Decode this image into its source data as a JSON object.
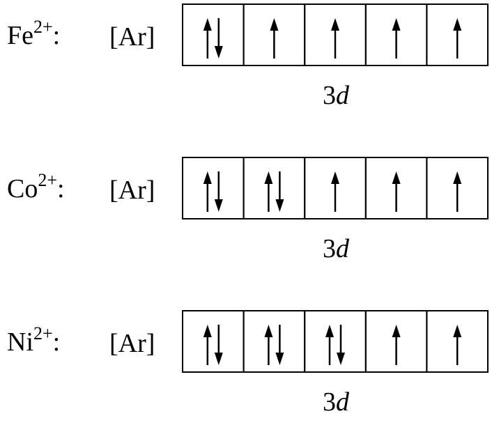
{
  "configs": [
    {
      "ion": "Fe",
      "charge": "2+",
      "separator": ":",
      "core": "[Ar]",
      "subshell_number": "3",
      "subshell_letter": "d",
      "orbitals": [
        2,
        1,
        1,
        1,
        1
      ]
    },
    {
      "ion": "Co",
      "charge": "2+",
      "separator": ":",
      "core": "[Ar]",
      "subshell_number": "3",
      "subshell_letter": "d",
      "orbitals": [
        2,
        2,
        1,
        1,
        1
      ]
    },
    {
      "ion": "Ni",
      "charge": "2+",
      "separator": ":",
      "core": "[Ar]",
      "subshell_number": "3",
      "subshell_letter": "d",
      "orbitals": [
        2,
        2,
        2,
        1,
        1
      ]
    }
  ]
}
